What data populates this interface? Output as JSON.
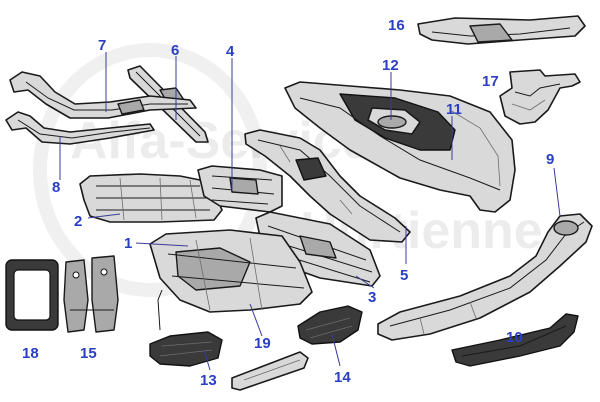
{
  "watermark": {
    "line1": "Alfa-Service.com",
    "line2": "Hurtienne"
  },
  "callouts": [
    {
      "id": "1",
      "label": "1"
    },
    {
      "id": "2",
      "label": "2"
    },
    {
      "id": "3",
      "label": "3"
    },
    {
      "id": "4",
      "label": "4"
    },
    {
      "id": "5",
      "label": "5"
    },
    {
      "id": "6",
      "label": "6"
    },
    {
      "id": "7",
      "label": "7"
    },
    {
      "id": "8",
      "label": "8"
    },
    {
      "id": "9",
      "label": "9"
    },
    {
      "id": "10",
      "label": "10"
    },
    {
      "id": "11",
      "label": "11"
    },
    {
      "id": "12",
      "label": "12"
    },
    {
      "id": "13",
      "label": "13"
    },
    {
      "id": "14",
      "label": "14"
    },
    {
      "id": "15",
      "label": "15"
    },
    {
      "id": "16",
      "label": "16"
    },
    {
      "id": "17",
      "label": "17"
    },
    {
      "id": "18",
      "label": "18"
    },
    {
      "id": "19",
      "label": "19"
    }
  ],
  "colors": {
    "callout": "#2a3fc4",
    "part_fill": "#d9d9d9",
    "outline": "#1a1a1a"
  }
}
